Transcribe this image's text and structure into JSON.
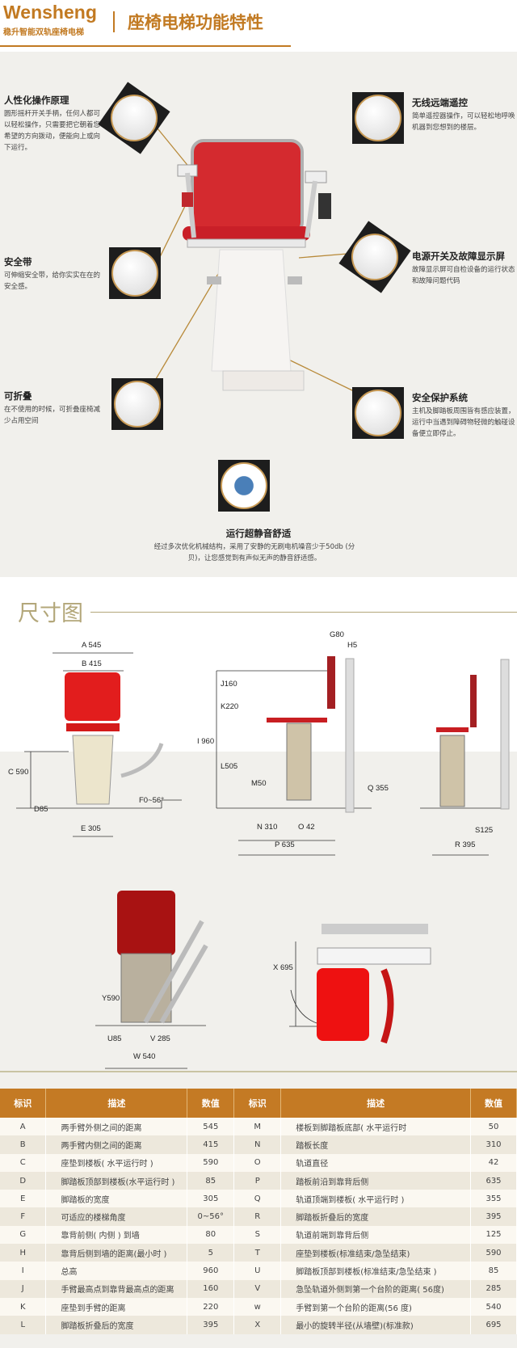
{
  "header": {
    "brand": "Wensheng",
    "brand_sub": "稳升智能双轨座椅电梯",
    "title": "座椅电梯功能特性"
  },
  "features": [
    {
      "title": "人性化操作原理",
      "desc": "圆形摇杆开关手柄，任何人都可以轻松操作，只需要把它朝着您希望的方向拨动，便能向上或向下运行。",
      "icon": "joystick-photo"
    },
    {
      "title": "安全带",
      "desc": "可伸缩安全带，给你实实在在的安全感。",
      "icon": "seatbelt-photo"
    },
    {
      "title": "可折叠",
      "desc": "在不使用的时候，可折叠座椅减少占用空间",
      "icon": "folding-photo"
    },
    {
      "title": "无线远端遥控",
      "desc": "简单遥控器操作，可以轻松地呼唤机器到您想到的楼层。",
      "icon": "remote-photo"
    },
    {
      "title": "电源开关及故障显示屏",
      "desc": "故障显示屏可自检设备的运行状态和故障问题代码",
      "icon": "power-switch-photo"
    },
    {
      "title": "安全保护系统",
      "desc": "主机及脚踏板周围皆有感应装置，运行中当遇到障碍物轻微的触碰设备便立即停止。",
      "icon": "safety-sensor-photo"
    },
    {
      "title": "运行超静音舒适",
      "desc": "经过多次优化机械结构，采用了安静的无刷电机噪音少于50db (分贝)，让您感觉到有声似无声的静音舒适感。",
      "icon": "motor-photo"
    }
  ],
  "dimensions": {
    "title": "尺寸图",
    "labels": {
      "A": "A 545",
      "B": "B 415",
      "C": "C 590",
      "D": "D85",
      "E": "E 305",
      "F": "F0~56°",
      "G": "G80",
      "H": "H5",
      "I": "I 960",
      "J": "J160",
      "K": "K220",
      "L": "L505",
      "M": "M50",
      "N": "N 310",
      "O": "O 42",
      "P": "P 635",
      "Q": "Q 355",
      "R": "R 395",
      "S": "S125",
      "U": "U85",
      "V": "V 285",
      "W": "W 540",
      "Y": "Y590",
      "X": "X 695"
    }
  },
  "table": {
    "headers": [
      "标识",
      "描述",
      "数值",
      "标识",
      "描述",
      "数值"
    ],
    "rows": [
      [
        "A",
        "两手臂外侧之间的距离",
        "545",
        "M",
        "楼板到脚踏板底部( 水平运行时",
        "50"
      ],
      [
        "B",
        "两手臂内侧之间的距离",
        "415",
        "N",
        "踏板长度",
        "310"
      ],
      [
        "C",
        "座垫到楼板( 水平运行时 )",
        "590",
        "O",
        "轨道直径",
        "42"
      ],
      [
        "D",
        "脚踏板顶部到楼板(水平运行时 )",
        "85",
        "P",
        "踏板前沿到靠背后侧",
        "635"
      ],
      [
        "E",
        "脚踏板的宽度",
        "305",
        "Q",
        "轨道顶端到楼板( 水平运行时 )",
        "355"
      ],
      [
        "F",
        "可适应的楼梯角度",
        "0~56°",
        "R",
        "脚踏板折叠后的宽度",
        "395"
      ],
      [
        "G",
        "靠背前侧( 内侧 ) 到墙",
        "80",
        "S",
        "轨道前端到靠背后侧",
        "125"
      ],
      [
        "H",
        "靠背后侧到墙的距离(最小时 )",
        "5",
        "T",
        "座垫到楼板(标准结束/急坠结束)",
        "590"
      ],
      [
        "I",
        "总高",
        "960",
        "U",
        "脚踏板顶部到楼板(标准结束/急坠结束 )",
        "85"
      ],
      [
        "J",
        "手臂最高点到靠背最高点的距离",
        "160",
        "V",
        "急坠轨道外侧到第一个台阶的距离( 56度)",
        "285"
      ],
      [
        "K",
        "座垫到手臂的距离",
        "220",
        "w",
        "手臂到第一个台阶的距离(56 度)",
        "540"
      ],
      [
        "L",
        "脚踏板折叠后的宽度",
        "395",
        "X",
        "最小的旋转半径(从墙壁)(标准款)",
        "695"
      ]
    ]
  },
  "colors": {
    "brand": "#c27a22",
    "table_header": "#c47a24",
    "seat_red": "#d42a2f",
    "panel_gray": "#f1f0ec"
  }
}
